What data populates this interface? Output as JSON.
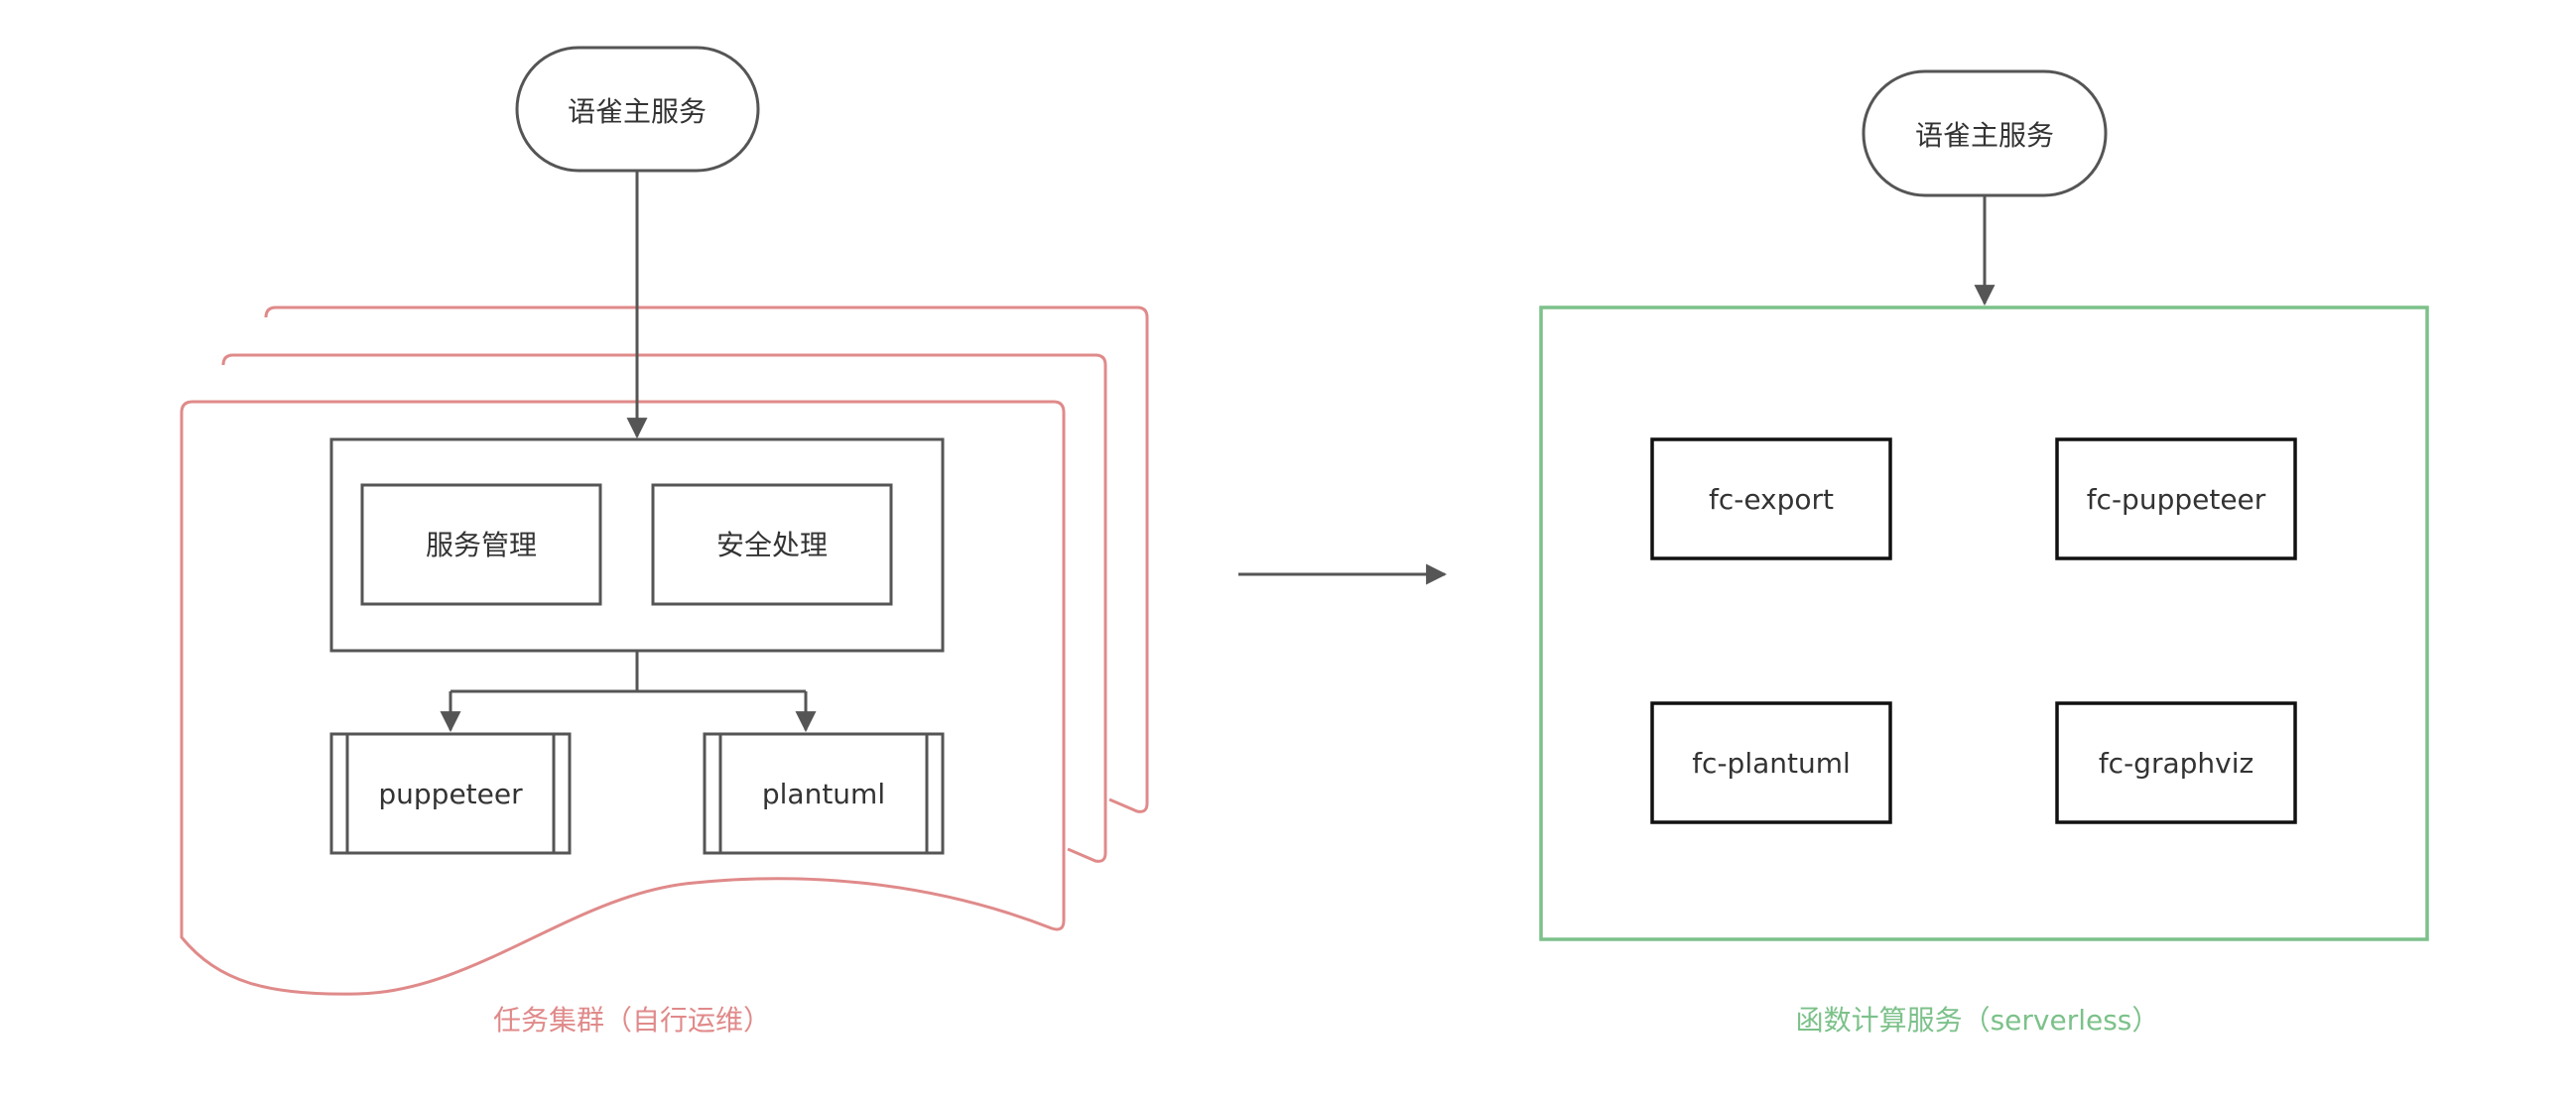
{
  "colors": {
    "stroke": "#555555",
    "text": "#333333",
    "cluster_red": "#e08a8a",
    "serverless_green": "#7cc18a",
    "box_black": "#111111"
  },
  "left": {
    "main_service": "语雀主服务",
    "service_management": "服务管理",
    "security_processing": "安全处理",
    "puppeteer": "puppeteer",
    "plantuml": "plantuml",
    "caption": "任务集群（自行运维）"
  },
  "right": {
    "main_service": "语雀主服务",
    "functions": [
      "fc-export",
      "fc-puppeteer",
      "fc-plantuml",
      "fc-graphviz"
    ],
    "caption": "函数计算服务（serverless）"
  }
}
